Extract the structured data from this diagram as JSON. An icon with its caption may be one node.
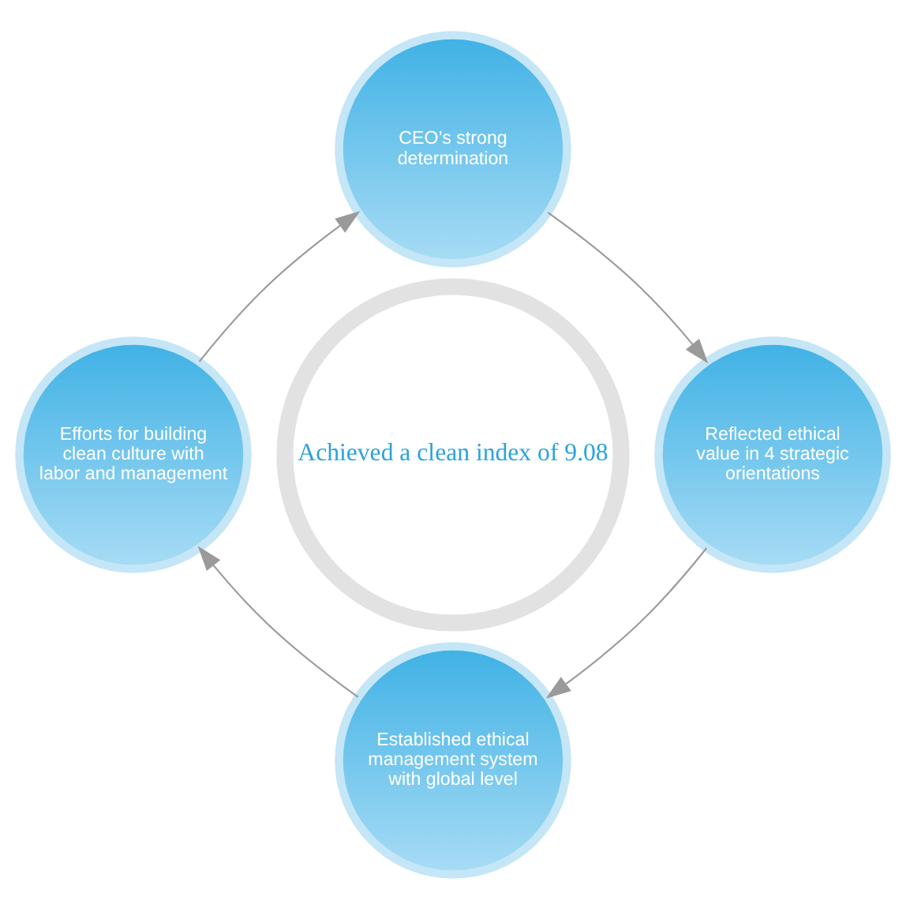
{
  "diagram": {
    "nodes": [
      {
        "text": [
          "CEO’s strong determination"
        ]
      },
      {
        "text": [
          "Reflected ethical value in 4 strategic orientations"
        ]
      },
      {
        "text": [
          "Established ethical management system with global level"
        ]
      },
      {
        "text": [
          "Efforts for building clean culture with labor and management"
        ]
      },
      {
        "text": [
          "Achieved a clean index of 9.08"
        ]
      }
    ],
    "edges": [
      {
        "from": 0,
        "to": 1,
        "arrow": "to"
      },
      {
        "from": 1,
        "to": 2,
        "arrow": "to"
      },
      {
        "from": 2,
        "to": 3,
        "arrow": "to"
      },
      {
        "from": 3,
        "to": 0,
        "arrow": "to"
      }
    ]
  }
}
